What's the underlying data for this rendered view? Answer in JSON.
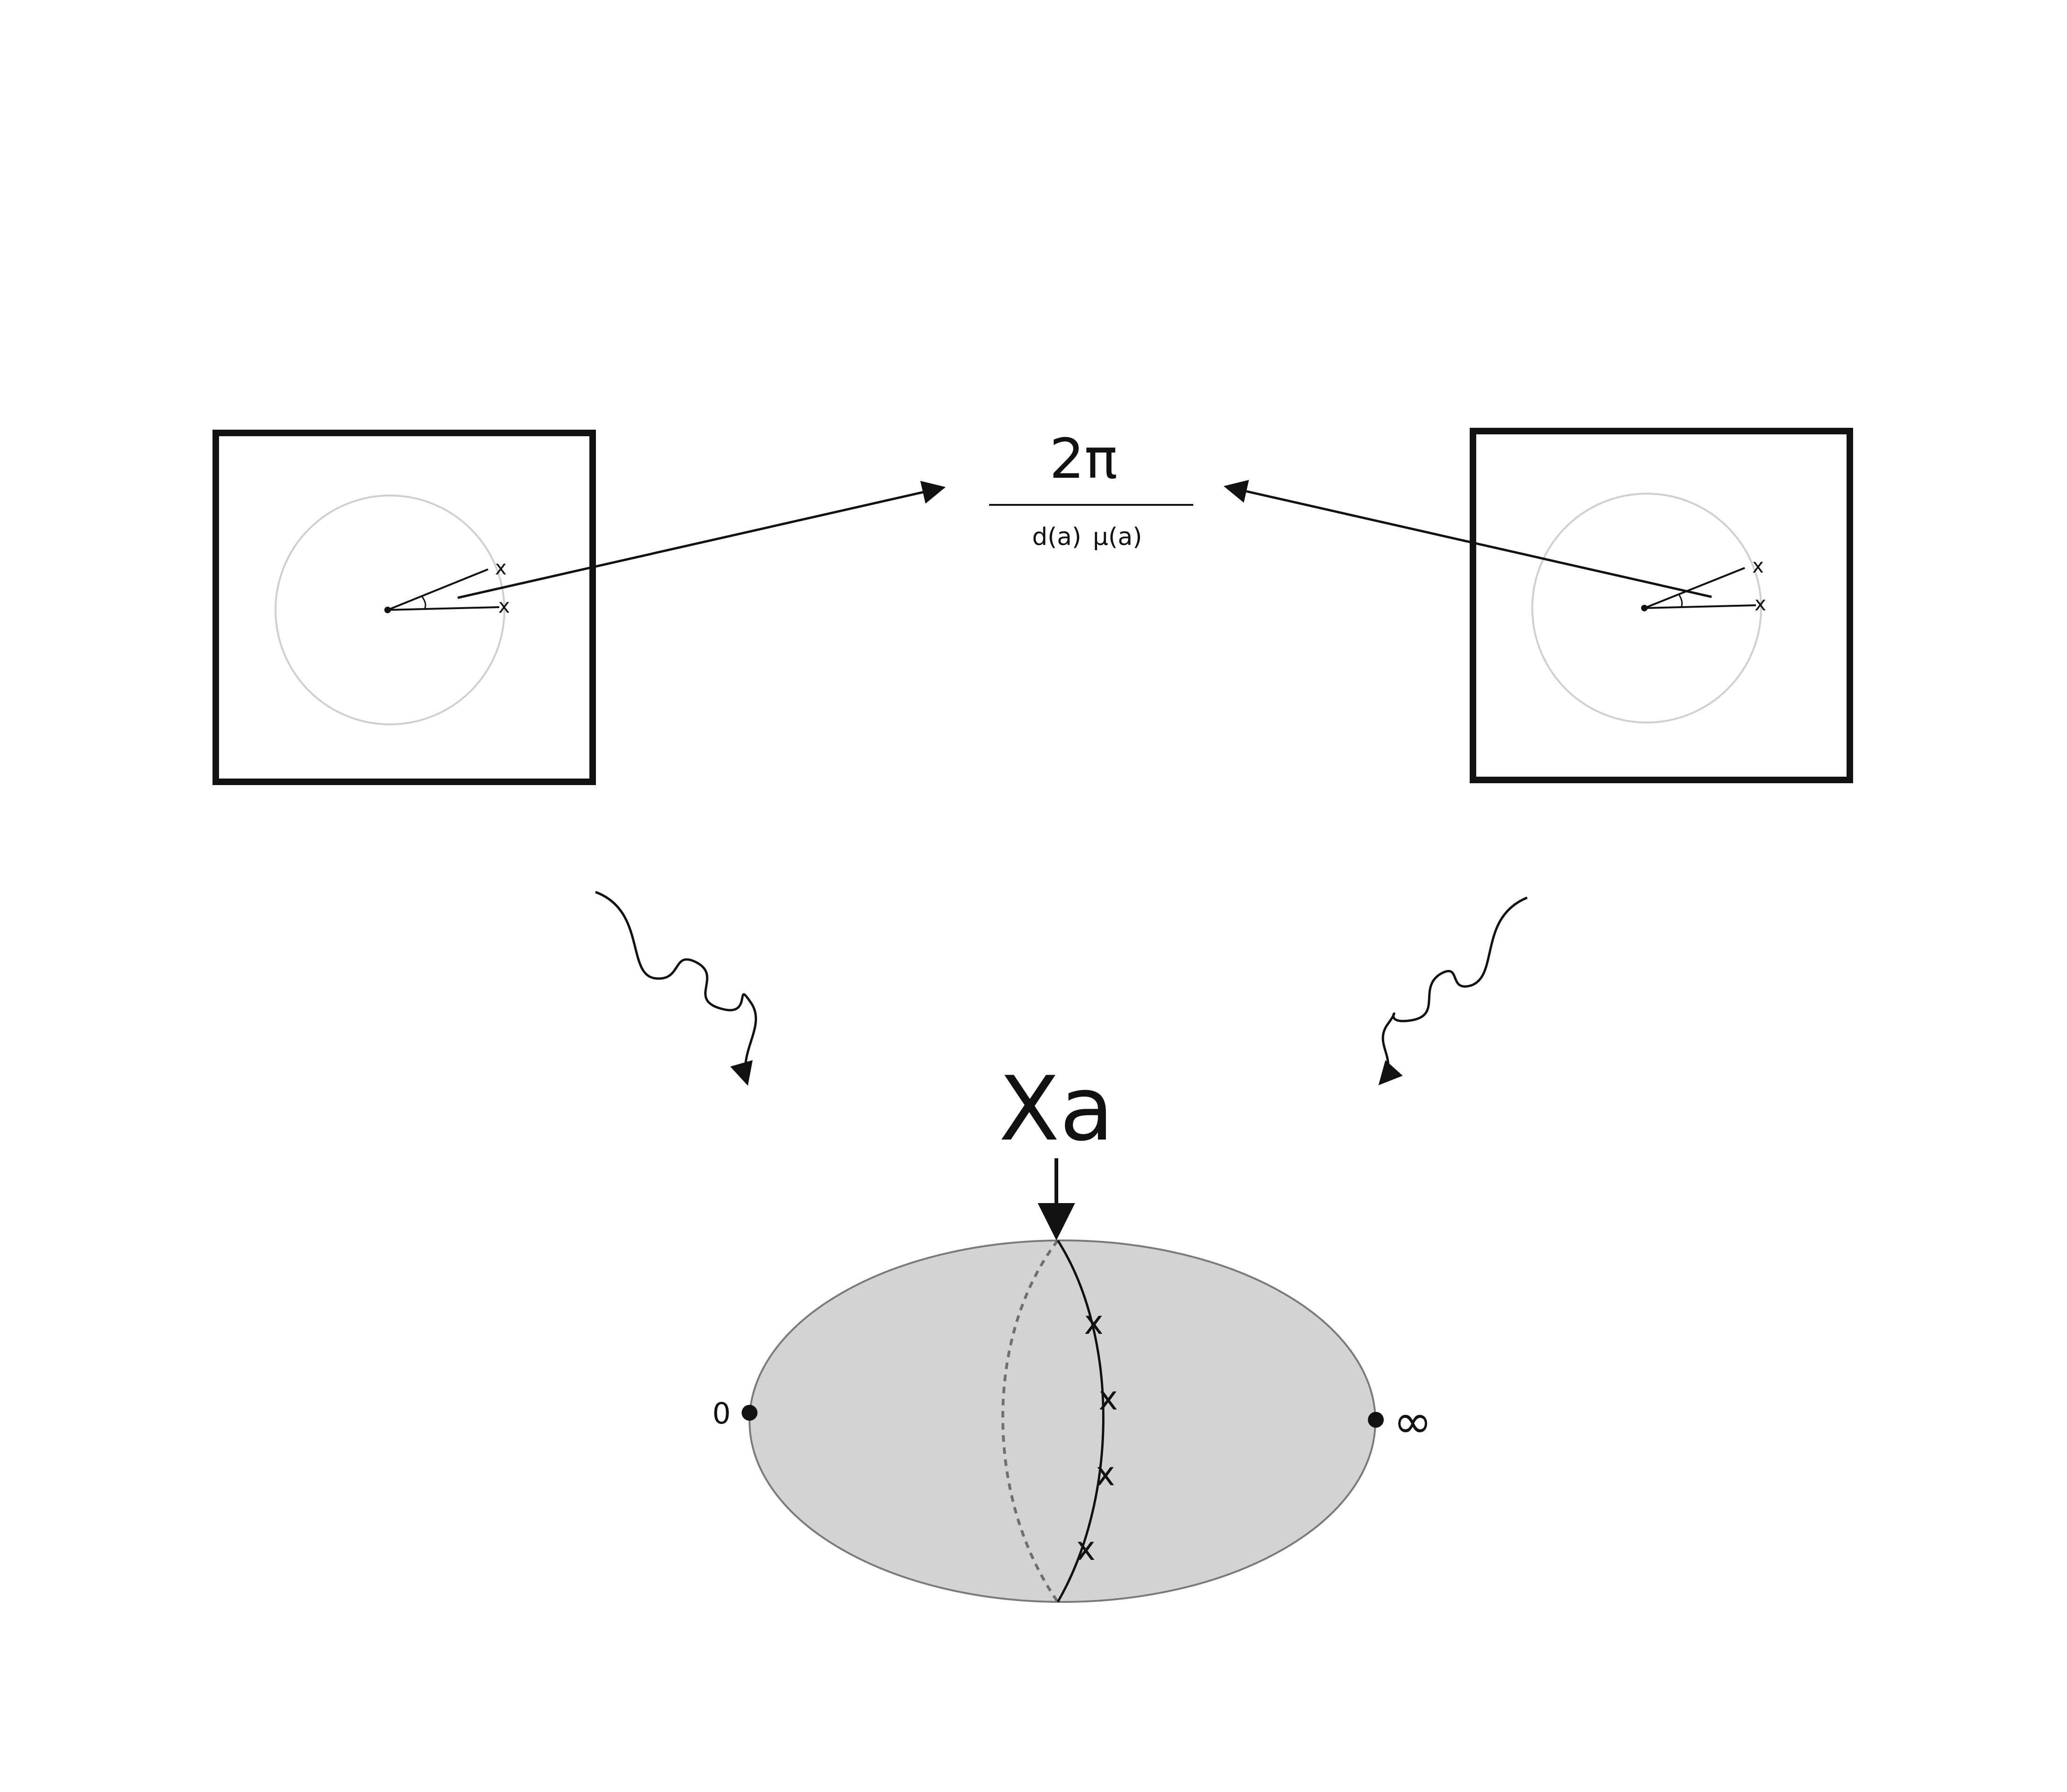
{
  "formula": {
    "numerator": "2π",
    "denominator_left": "d(a)",
    "denominator_right": "μ(a)"
  },
  "left_panel": {
    "marks": [
      "x",
      "x"
    ]
  },
  "right_panel": {
    "marks": [
      "x",
      "x"
    ]
  },
  "sphere": {
    "top_label": "Xa",
    "left_pole_label": "0",
    "right_pole_label": "∞",
    "curve_marks": [
      "x",
      "x",
      "x",
      "x"
    ]
  },
  "colors": {
    "ink": "#111111",
    "circle": "#cfcfcf",
    "sphere_fill": "#d2d3d5",
    "sphere_outline": "#7a7a7a",
    "dashed": "#6f6f6f"
  }
}
